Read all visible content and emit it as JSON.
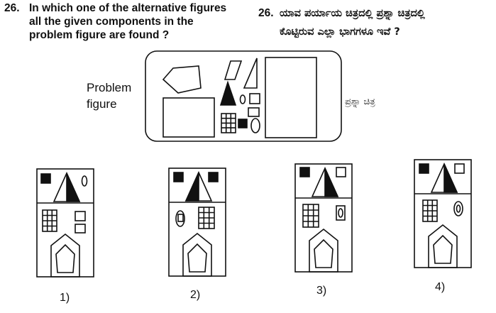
{
  "question": {
    "number": "26.",
    "english_text": "In which one of the alternative figures\nall the given components in the\nproblem figure are found ?",
    "kannada_number": "26.",
    "kannada_text": "ಯಾವ ಪರ್ಯಾಯ ಚಿತ್ರದಲ್ಲಿ ಪ್ರಶ್ನಾ ಚಿತ್ರದಲ್ಲಿ\nಕೊಟ್ಟಿರುವ ಎಲ್ಲಾ ಭಾಗಗಳೂ ಇವೆ ?"
  },
  "problem_figure": {
    "label_line1": "Problem",
    "label_line2": "figure",
    "kannada_label": "ಪ್ರಶ್ನಾ ಚಿತ್ರ"
  },
  "options": [
    {
      "label": "1)"
    },
    {
      "label": "2)"
    },
    {
      "label": "3)"
    },
    {
      "label": "4)"
    }
  ]
}
